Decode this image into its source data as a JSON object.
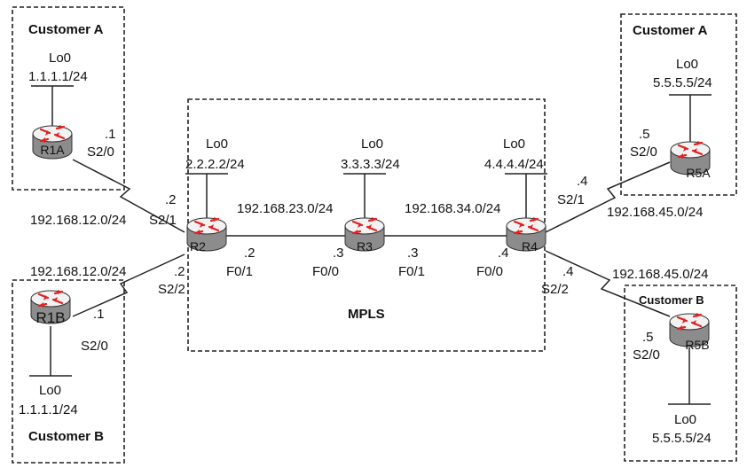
{
  "regions": {
    "customer_a_left": "Customer A",
    "customer_b_left": "Customer B",
    "customer_a_right": "Customer A",
    "customer_b_right": "Customer B",
    "mpls": "MPLS"
  },
  "routers": {
    "r1a": "R1A",
    "r1b": "R1B",
    "r2": "R2",
    "r3": "R3",
    "r4": "R4",
    "r5a": "R5A",
    "r5b": "R5B"
  },
  "loopbacks": {
    "r1a": {
      "name": "Lo0",
      "ip": "1.1.1.1/24"
    },
    "r1b": {
      "name": "Lo0",
      "ip": "1.1.1.1/24"
    },
    "r2": {
      "name": "Lo0",
      "ip": "2.2.2.2/24"
    },
    "r3": {
      "name": "Lo0",
      "ip": "3.3.3.3/24"
    },
    "r4": {
      "name": "Lo0",
      "ip": "4.4.4.4/24"
    },
    "r5a": {
      "name": "Lo0",
      "ip": "5.5.5.5/24"
    },
    "r5b": {
      "name": "Lo0",
      "ip": "5.5.5.5/24"
    }
  },
  "subnets": {
    "r1a_r2": "192.168.12.0/24",
    "r1b_r2": "192.168.12.0/24",
    "r2_r3": "192.168.23.0/24",
    "r3_r4": "192.168.34.0/24",
    "r4_r5a": "192.168.45.0/24",
    "r4_r5b": "192.168.45.0/24"
  },
  "interfaces": {
    "r1a_host": ".1",
    "r1a_if": "S2/0",
    "r2_a_host": ".2",
    "r2_a_if": "S2/1",
    "r1b_host": ".1",
    "r1b_if": "S2/0",
    "r2_b_host": ".2",
    "r2_b_if": "S2/2",
    "r2_r3_host": ".2",
    "r2_r3_if": "F0/1",
    "r3_r2_host": ".3",
    "r3_r2_if": "F0/0",
    "r3_r4_host": ".3",
    "r3_r4_if": "F0/1",
    "r4_r3_host": ".4",
    "r4_r3_if": "F0/0",
    "r4_a_host": ".4",
    "r4_a_if": "S2/1",
    "r5a_host": ".5",
    "r5a_if": "S2/0",
    "r4_b_host": ".4",
    "r4_b_if": "S2/2",
    "r5b_host": ".5",
    "r5b_if": "S2/0"
  },
  "colors": {
    "router_body": "#8c8c8c",
    "router_top": "#f2f2f2",
    "arrow": "#e02020"
  },
  "icons": [
    "router-icon"
  ]
}
